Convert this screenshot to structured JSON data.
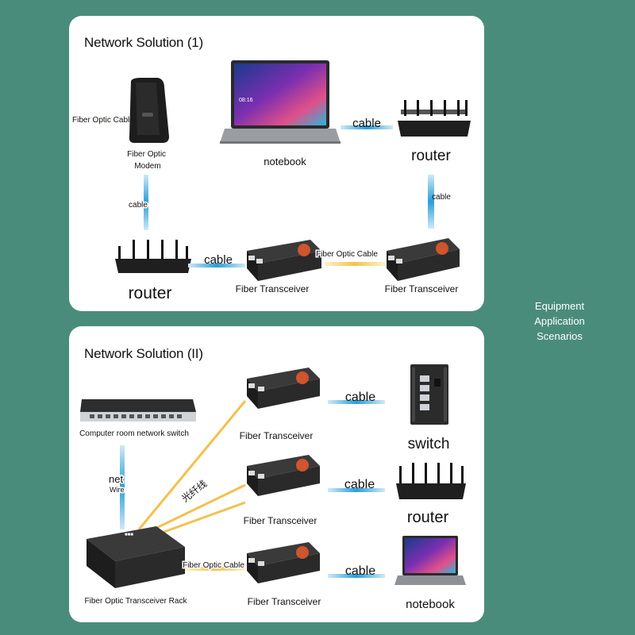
{
  "side_caption": [
    "Equipment",
    "Application",
    "Scenarios"
  ],
  "solution1": {
    "title": "Network Solution (1)",
    "labels": {
      "fiber_cable_top": "Fiber Optic Cable",
      "modem": [
        "Fiber Optic",
        "Modem"
      ],
      "notebook": "notebook",
      "cable_top": "cable",
      "router_top": "router",
      "cable_vertical_left": "cable",
      "cable_vertical_right": "cable",
      "router_bottom": "router",
      "cable_bottom": "cable",
      "transceiver_left": "Fiber Transceiver",
      "fiber_cable_mid": "Fiber Optic Cable",
      "transceiver_right": "Fiber Transceiver"
    }
  },
  "solution2": {
    "title": "Network Solution (II)",
    "labels": {
      "switch_room": "Computer room network switch",
      "net_wire": [
        "net",
        "Wire"
      ],
      "fiber_cn": "光纤线",
      "transceiver_1": "Fiber Transceiver",
      "transceiver_2": "Fiber Transceiver",
      "transceiver_3": "Fiber Transceiver",
      "cable_1": "cable",
      "cable_2": "cable",
      "cable_3": "cable",
      "switch": "switch",
      "router": "router",
      "notebook": "notebook",
      "fiber_cable": "Fiber Optic Cable",
      "rack": "Fiber Optic Transceiver Rack"
    }
  },
  "colors": {
    "background": "#4a8c7b",
    "cable_blue": "#2a9fd8",
    "fiber_yellow": "#f2c14e",
    "device_dark": "#262626",
    "transceiver_accent": "#d0542c"
  }
}
